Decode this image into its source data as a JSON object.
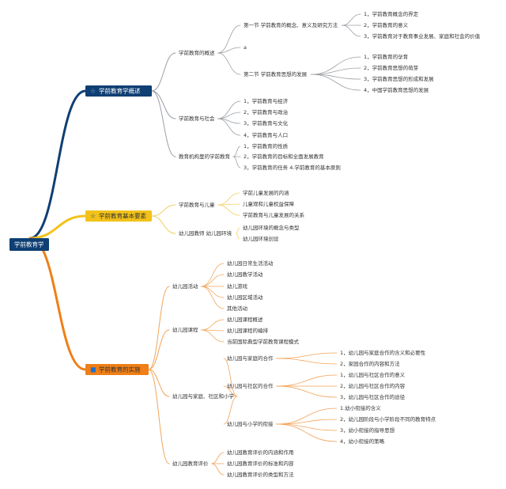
{
  "colors": {
    "root_bg": "#0f3f73",
    "branch1_bg": "#0f3f73",
    "branch2_bg": "#f2c21a",
    "branch3_bg": "#ef7f16",
    "branch1_line": "#0f3f73",
    "branch2_line": "#f2c21a",
    "branch3_line": "#ef7f16",
    "l1_line": "#9aa0a6",
    "l2_line": "#f0d060",
    "l3_line": "#f2a45a"
  },
  "root": {
    "label": "学前教育学"
  },
  "branches": [
    {
      "label": "学前教育学概述",
      "icon": "star-icon",
      "children": [
        {
          "label": "学前教育的概述",
          "children": [
            {
              "label": "第一节 学前教育的概念、意义及研究方法",
              "children": [
                {
                  "label": "1，学前教育概念的界定"
                },
                {
                  "label": "2，学前教育的意义"
                },
                {
                  "label": "3，学前教育对于教育事业发展、家庭和社会的价值"
                }
              ]
            },
            {
              "label": "a"
            },
            {
              "label": "第二节 学前教育思想的发展",
              "children": [
                {
                  "label": "1，学前教育的孕育"
                },
                {
                  "label": "2，学前教育思想的萌芽"
                },
                {
                  "label": "3，学前教育思想的形成和发展"
                },
                {
                  "label": "4，中国学前教育思想的发展"
                }
              ]
            }
          ]
        },
        {
          "label": "学前教育与社会",
          "children": [
            {
              "label": "1，学前教育与经济"
            },
            {
              "label": "2，学前教育与政治"
            },
            {
              "label": "3，学前教育与文化"
            },
            {
              "label": "4，学前教育与人口"
            }
          ]
        },
        {
          "label": "教育机构里的学前教育",
          "children": [
            {
              "label": "1，学前教育的性质"
            },
            {
              "label": "2，学前教育的目标和全面发展教育"
            },
            {
              "label": "3，学前教育的任务 4.学前教育的基本原则"
            }
          ]
        }
      ]
    },
    {
      "label": "学前教育基本要素",
      "icon": "star-icon",
      "children": [
        {
          "label": "学前教育与儿童",
          "children": [
            {
              "label": "学前儿童发展的内涵"
            },
            {
              "label": "儿童观和儿童权益保障"
            },
            {
              "label": "学前教育与儿童发展的关系"
            }
          ]
        },
        {
          "label": "幼儿园教师 幼儿园环境",
          "children": [
            {
              "label": "幼儿园环境的概念与类型"
            },
            {
              "label": "幼儿园环境创设"
            }
          ]
        }
      ]
    },
    {
      "label": "学前教育的实施",
      "icon": "square-icon",
      "children": [
        {
          "label": "幼儿园活动",
          "children": [
            {
              "label": "幼儿园日常生活活动"
            },
            {
              "label": "幼儿园教学活动"
            },
            {
              "label": "幼儿游戏"
            },
            {
              "label": "幼儿园区域活动"
            },
            {
              "label": "其他活动"
            }
          ]
        },
        {
          "label": "幼儿园课程",
          "children": [
            {
              "label": "幼儿园课程概述"
            },
            {
              "label": "幼儿园课程的编排"
            },
            {
              "label": "当前国际典型学前教育课程模式"
            }
          ]
        },
        {
          "label": "幼儿园与家庭、社区和小学",
          "children": [
            {
              "label": "幼儿园与家庭的合作",
              "children": [
                {
                  "label": "1，幼儿园与家庭合作的含义和必要性"
                },
                {
                  "label": "2，家园合作的内容和方法"
                }
              ]
            },
            {
              "label": "幼儿园与社区的合作",
              "children": [
                {
                  "label": "1，幼儿园与社区合作的意义"
                },
                {
                  "label": "2，幼儿园与社区合作的内容"
                },
                {
                  "label": "3，幼儿园与社区合作的途径"
                }
              ]
            },
            {
              "label": "幼儿园与小学的衔接",
              "children": [
                {
                  "label": "1.幼小衔接的含义"
                },
                {
                  "label": "2，幼儿园阶段与小学阶段不同的教育特点"
                },
                {
                  "label": "3，幼小衔接的指导思想"
                },
                {
                  "label": "4，幼小衔接的策略"
                }
              ]
            }
          ]
        },
        {
          "label": "幼儿园教育评价",
          "children": [
            {
              "label": "幼儿园教育评价的内涵和作用"
            },
            {
              "label": "幼儿园教育评价的标准和内容"
            },
            {
              "label": "幼儿园教育评价的类型和方法"
            }
          ]
        }
      ]
    }
  ]
}
